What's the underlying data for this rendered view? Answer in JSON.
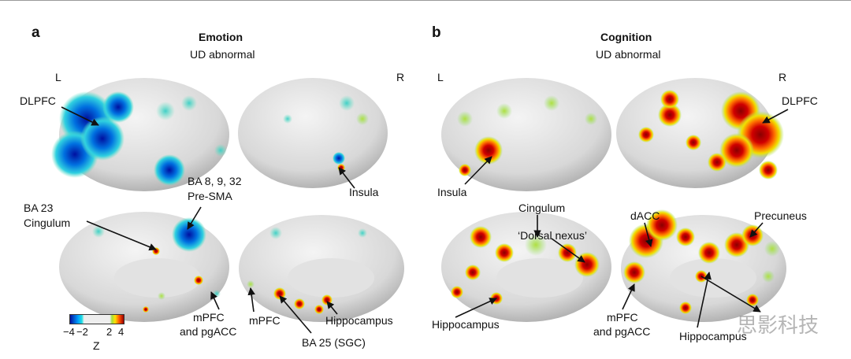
{
  "panel_a": {
    "letter": "a",
    "title": "Emotion",
    "subtitle": "UD abnormal",
    "left": "L",
    "right": "R",
    "labels": {
      "dlpfc": "DLPFC",
      "ba8_1": "BA 8, 9, 32",
      "ba8_2": "Pre-SMA",
      "ba23_1": "BA 23",
      "ba23_2": "Cingulum",
      "insula": "Insula",
      "mpfc1": "mPFC",
      "mpfc2": "and pgACC",
      "mpfc_r": "mPFC",
      "ba25": "BA 25 (SGC)",
      "hippo": "Hippocampus"
    }
  },
  "panel_b": {
    "letter": "b",
    "title": "Cognition",
    "subtitle": "UD abnormal",
    "left": "L",
    "right": "R",
    "labels": {
      "insula": "Insula",
      "dlpfc": "DLPFC",
      "cingulum": "Cingulum",
      "nexus": "‘Dorsal nexus’",
      "dacc": "dACC",
      "precuneus": "Precuneus",
      "hippo_l": "Hippocampus",
      "mpfc1": "mPFC",
      "mpfc2": "and pgACC",
      "hippo_r": "Hippocampus"
    }
  },
  "colorbar": {
    "ticks": [
      "−4",
      "−2",
      "2",
      "4"
    ],
    "label": "Z",
    "colors": [
      "#0010a0",
      "#00a0ff",
      "#eeeeee",
      "#ffe000",
      "#900000"
    ]
  },
  "watermark": "思影科技"
}
